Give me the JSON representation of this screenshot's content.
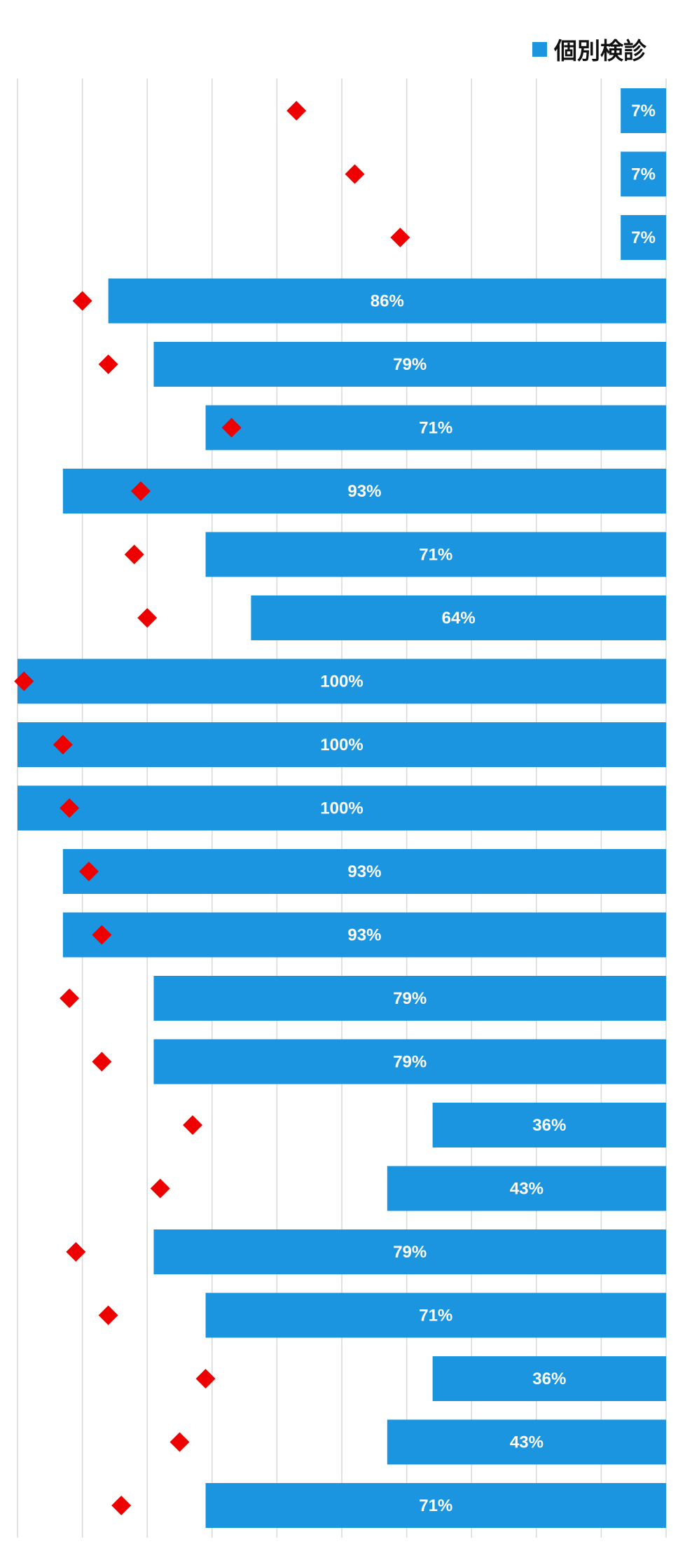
{
  "chart_data": {
    "type": "bar",
    "orientation": "horizontal",
    "direction": "reversed",
    "xlim": [
      0,
      100
    ],
    "grid": true,
    "legend_position": "top-right",
    "bar_color": "#1c95e0",
    "marker_color": "#ee0000",
    "series": [
      {
        "name": "個別検診",
        "values": [
          7,
          7,
          7,
          86,
          79,
          71,
          93,
          71,
          64,
          100,
          100,
          100,
          93,
          93,
          79,
          79,
          36,
          43,
          79,
          71,
          36,
          43,
          71
        ],
        "labels": [
          "7%",
          "7%",
          "7%",
          "86%",
          "79%",
          "71%",
          "93%",
          "71%",
          "64%",
          "100%",
          "100%",
          "100%",
          "93%",
          "93%",
          "79%",
          "79%",
          "36%",
          "43%",
          "79%",
          "71%",
          "36%",
          "43%",
          "71%"
        ]
      },
      {
        "marker": "diamond",
        "values": [
          57,
          48,
          41,
          90,
          86,
          67,
          81,
          82,
          80,
          99,
          93,
          92,
          89,
          87,
          92,
          87,
          73,
          78,
          91,
          86,
          71,
          75,
          84
        ]
      }
    ]
  }
}
